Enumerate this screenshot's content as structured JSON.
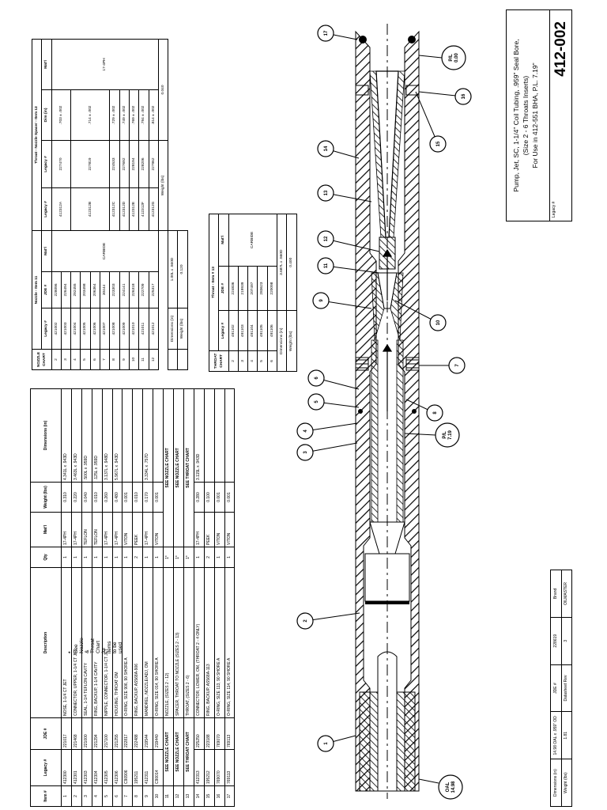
{
  "parts_table": {
    "headers": [
      "Item #",
      "Legacy #",
      "JDE #",
      "Description",
      "Qty",
      "Mat'l",
      "Weight (lbs)",
      "Dimensions (in)"
    ],
    "rows": [
      [
        "1",
        "412300",
        "221017",
        "NOSE, 1-1/4 CT JET",
        "1",
        "17-4PH",
        "0.310",
        "4.341L x .943D"
      ],
      [
        "2",
        "412301",
        "221468",
        "CONNECTOR, UPPER, 1-1/4 CT JET",
        "1",
        "17-4PH",
        "0.220",
        "3.463L x .943D"
      ],
      [
        "3",
        "412303",
        "221000",
        "SEAL, 1-1/4 TEFLON CAVITY",
        "1",
        "TEFLON",
        "0.040",
        ".500L x .959D"
      ],
      [
        "4",
        "412304",
        "221294",
        "RING, BACKUP, 1-1/4 CAVITY",
        "1",
        "TEFLON",
        "0.010",
        ".125L x .959D"
      ],
      [
        "5",
        "412305",
        "217100",
        "NIPPLE, CONNECTOR, 1-1/4 CT JET",
        "1",
        "17-4PH",
        "0.260",
        "3.137L x .948D"
      ],
      [
        "6",
        "412306",
        "221255",
        "HOUSING, THROAT OM",
        "1",
        "17-4PH",
        "0.480",
        "5.967L x .943D"
      ],
      [
        "7",
        "C90906",
        "222817",
        "O-RING, SIZE 906, 90 SHORE A",
        "1",
        "VITON",
        "0.001",
        ""
      ],
      [
        "8",
        "195211",
        "222488",
        "RING, BACKUP, AS568A-906",
        "2",
        "PEEK",
        "0.010",
        ""
      ],
      [
        "9",
        "412311",
        "219544",
        "MANDREL, NOZZLE/ADJ, OM",
        "1",
        "17-4PH",
        "0.170",
        "3.334L x .757D"
      ],
      [
        "10",
        "C90014",
        "219440",
        "O-RING, SIZE 014, 90 SHORE A",
        "1",
        "VITON",
        "0.001",
        ""
      ],
      [
        "11",
        "SEE NOZZLE CHART",
        "",
        "NOZZLE, (SIZES 2 - 12)",
        "1*",
        "SEE NOZZLE CHART",
        "",
        ""
      ],
      [
        "12",
        "SEE NOZZLE CHART",
        "",
        "SPACER, THROAT TO NOZZLE (SIZES 2 - 13)",
        "1*",
        "SEE NOZZLE CHART",
        "",
        ""
      ],
      [
        "13",
        "SEE THROAT CHART",
        "",
        "THROAT, (SIZES 2 - 6)",
        "1*",
        "SEE THROAT CHART",
        "",
        ""
      ],
      [
        "14",
        "412313",
        "225250",
        "CONNECTOR, LOWER, OM, (THROAT 2 - 4 ONLY)",
        "1",
        "17-4PH",
        "0.280",
        "3.115L x .943D"
      ],
      [
        "15",
        "195212",
        "223188",
        "RING, BACKUP, AS568A-113",
        "2",
        "PEEK",
        "0.100",
        ""
      ],
      [
        "16",
        "769070",
        "769070",
        "O-RING, SIZE 113, 90 SHORE A",
        "1",
        "VITON",
        "0.001",
        ""
      ],
      [
        "17",
        "769113",
        "769113",
        "O-RING, SIZE 114, 90 SHORE A",
        "1",
        "VITON",
        "0.001",
        ""
      ]
    ],
    "footnote_mark": "*",
    "footnote": "See Nozzle & Throat Chart for items to be used"
  },
  "nozzle_chart": {
    "corner_label": "NOZZLE CHART",
    "nozzle_header": "Nozzle - Item 11",
    "throat_header": "Throat - Nozzle Spacer - Item 12",
    "columns": [
      "Legacy #",
      "JDE #",
      "Mat'l",
      "Legacy #",
      "Legacy #",
      "Dim (in)",
      "Mat'l"
    ],
    "rows": [
      [
        "2",
        "421002",
        "228096",
        "",
        "",
        "227470",
        ".703 ± .002"
      ],
      [
        "3",
        "421003",
        "226494",
        "",
        "",
        "",
        ""
      ],
      [
        "4",
        "421004",
        "292455",
        "",
        "412312B",
        "227819",
        ".714 ± .002"
      ],
      [
        "5",
        "421005",
        "203498",
        "",
        "",
        "",
        ""
      ],
      [
        "6",
        "421006",
        "206364",
        "",
        "",
        "",
        ""
      ],
      [
        "7",
        "421007",
        "30444",
        "CARBIDE",
        "412312C",
        "224533",
        ".729 ± .002"
      ],
      [
        "8",
        "421008",
        "223303",
        "",
        "412312D",
        "227692",
        ".749 ± .002"
      ],
      [
        "9",
        "421009",
        "224141",
        "",
        "412312E",
        "228194",
        ".769 ± .002"
      ],
      [
        "10",
        "421010",
        "226318",
        "",
        "412312F",
        "228206",
        ".794 ± .002"
      ],
      [
        "11",
        "421011",
        "222709",
        "",
        "412312G",
        "227962",
        ".814 ± .002"
      ],
      [
        "12",
        "421012",
        "225317",
        "",
        "412312H",
        "TBD",
        ".774 ± .002"
      ]
    ],
    "spacer_first_legacy": "412312A",
    "spacer_material": "17-4PH",
    "dimensions_label": "Dimensions (in)",
    "dimensions_value": "1.00L x .560D",
    "weight_label": "Weight (lbs)",
    "weight_value": "0.120",
    "spacer_weight_label": "Weight (lbs)",
    "spacer_weight_value": "0.040"
  },
  "throat_chart": {
    "corner_label": "THROAT CHART",
    "header": "Throat - Item # 13",
    "columns": [
      "Legacy #",
      "JDE #",
      "Mat'l"
    ],
    "rows": [
      [
        "2",
        "491102",
        "224836"
      ],
      [
        "3",
        "491103",
        "219939"
      ],
      [
        "4",
        "491104",
        "207497"
      ],
      [
        "5",
        "491105",
        "283623"
      ],
      [
        "6",
        "491106",
        "220098"
      ]
    ],
    "material": "CARBIDE",
    "dimensions_label": "Dimensions (in)",
    "dimensions_value": "3.687L x .560D",
    "weight_label": "Weight (lbs)",
    "weight_value": "0.400"
  },
  "title_block": {
    "title_line1": "Pump, Jet, SC, 1-1/4\" Coil Tubing, .959\" Seal Bore,",
    "title_line2": "(Size 2 - 6 Throats Inserts)",
    "title_line3": "For Use in 412-551 BHA, P.L. 7.19\"",
    "part_number": "412-002",
    "dimensions_label": "Dimensions (in)",
    "dimensions_value": "14.98 OAL x .959\" OD",
    "weight_label": "Weight (lbs)",
    "weight_value": "1.81",
    "jde_label": "JDE #",
    "jde_value": "228619",
    "datasheet_label": "Datasheet Rev",
    "datasheet_value": "3",
    "brand_label": "Brand",
    "brand_value": "OILMASTER",
    "legacy_label": "Legacy #",
    "legacy_value": ""
  },
  "drawing": {
    "callouts": [
      "1",
      "2",
      "3",
      "4",
      "5",
      "6",
      "7",
      "8",
      "9",
      "10",
      "11",
      "12",
      "13",
      "14",
      "15",
      "16",
      "17"
    ],
    "oal_label": "OAL",
    "oal_value": "14.98",
    "pl_label": "P/L",
    "pl_top_value": "0.00",
    "pl_mid_value": "7.19"
  }
}
